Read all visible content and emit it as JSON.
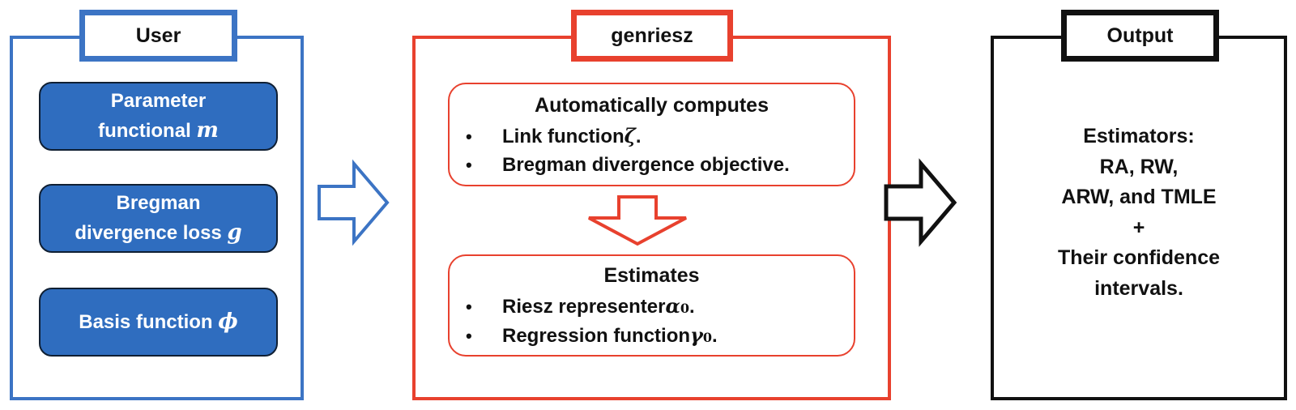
{
  "user": {
    "title": "User",
    "items": [
      {
        "line1": "Parameter",
        "line2": "functional ",
        "symbol": "m"
      },
      {
        "line1": "Bregman",
        "line2": "divergence loss ",
        "symbol": "g"
      },
      {
        "line1": "Basis function ",
        "symbol": "ϕ"
      }
    ]
  },
  "genriesz": {
    "title": "genriesz",
    "computes": {
      "title": "Automatically computes",
      "items": [
        {
          "text": "Link function ",
          "symbol": "ζ",
          "suffix": "."
        },
        {
          "text": "Bregman divergence objective."
        }
      ]
    },
    "estimates": {
      "title": "Estimates",
      "items": [
        {
          "text": "Riesz representer ",
          "symbol": "α",
          "subscript": "0",
          "suffix": "."
        },
        {
          "text": "Regression function ",
          "symbol": "γ",
          "subscript": "0",
          "suffix": "."
        }
      ]
    }
  },
  "output": {
    "title": "Output",
    "lines": [
      "Estimators:",
      "RA, RW,",
      "ARW, and TMLE",
      "+",
      "Their confidence",
      "intervals."
    ]
  },
  "colors": {
    "user_accent": "#3c74c4",
    "user_box_fill": "#2f6dbf",
    "genriesz_accent": "#e8412e",
    "output_accent": "#111111"
  },
  "icons": {
    "user_to_genriesz": "right-arrow-outline-icon",
    "computes_to_estimates": "down-arrow-outline-icon",
    "genriesz_to_output": "right-arrow-outline-icon"
  }
}
